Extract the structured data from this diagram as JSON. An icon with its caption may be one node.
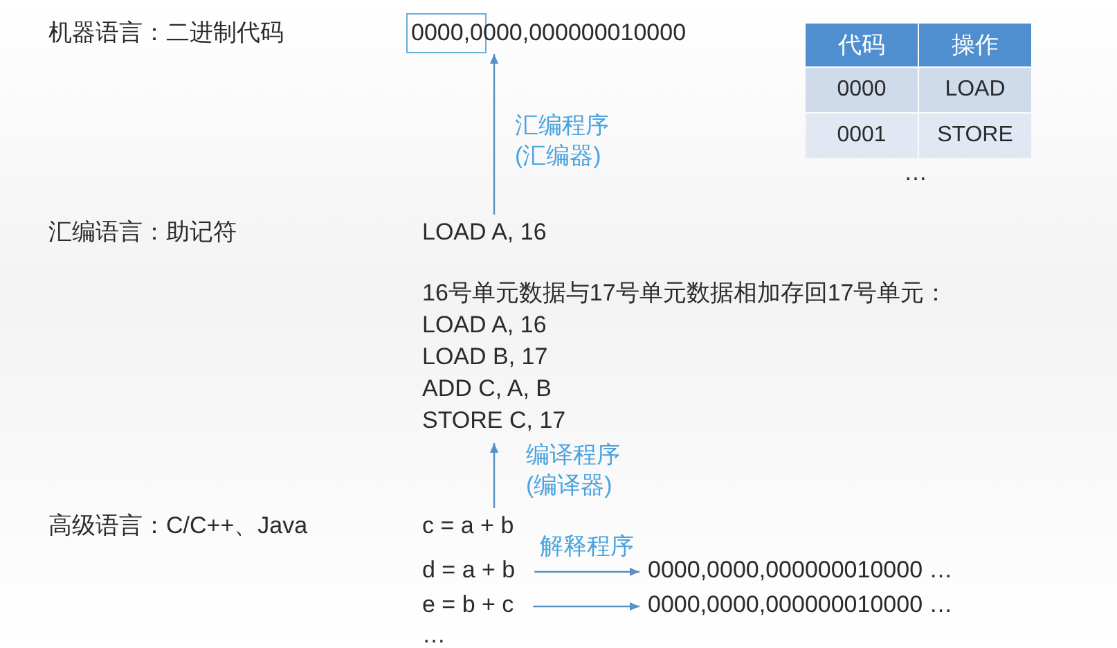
{
  "diagram": {
    "nodes": [
      {
        "text": [
          "0000,0000,000000010000"
        ]
      },
      {
        "text": [
          "LOAD A, 16"
        ]
      },
      {
        "text": [
          "16号单元数据与17号单元数据相加存回17号单元：",
          "LOAD A, 16",
          "LOAD B, 17",
          "ADD C, A, B",
          "STORE C, 17"
        ]
      },
      {
        "text": [
          "c = a + b"
        ]
      },
      {
        "text": [
          "d = a + b"
        ]
      },
      {
        "text": [
          "e = b + c"
        ]
      },
      {
        "text": [
          "0000,0000,000000010000 …"
        ]
      },
      {
        "text": [
          "0000,0000,000000010000 …"
        ]
      }
    ],
    "edges": [
      {
        "from": 1,
        "to": 0,
        "arrow": "to",
        "label": "汇编程序 (汇编器)"
      },
      {
        "from": 3,
        "to": 2,
        "arrow": "to",
        "label": "编译程序 (编译器)"
      },
      {
        "from": 4,
        "to": 6,
        "arrow": "to",
        "label": "解释程序"
      },
      {
        "from": 5,
        "to": 7,
        "arrow": "to"
      }
    ],
    "labels": [
      "机器语言：二进制代码",
      "代码",
      "操作",
      "0000",
      "LOAD",
      "0001",
      "STORE",
      "…",
      "汇编语言：助记符",
      "高级语言：C/C++、Java",
      "…"
    ]
  }
}
